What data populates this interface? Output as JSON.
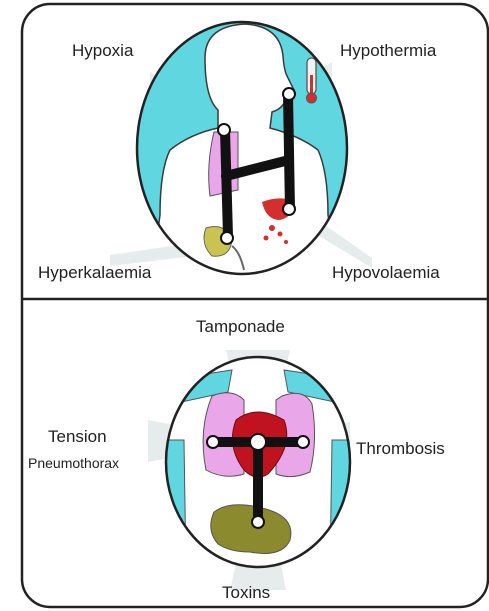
{
  "top_panel": {
    "labels": {
      "hypoxia": "Hypoxia",
      "hypothermia": "Hypothermia",
      "hyperkalaemia": "Hyperkalaemia",
      "hypovolaemia": "Hypovolaemia"
    }
  },
  "bottom_panel": {
    "labels": {
      "tamponade": "Tamponade",
      "tension_line1": "Tension",
      "tension_line2": "Pneumothorax",
      "thrombosis": "Thrombosis",
      "toxins": "Toxins"
    }
  },
  "colors": {
    "cyan": "#5fd6e0",
    "lung_pink": "#e9a6e9",
    "heart_red": "#c1121f",
    "stomach_olive": "#8c8a2e",
    "blood_red": "#d32f2f",
    "frame": "#222222"
  }
}
